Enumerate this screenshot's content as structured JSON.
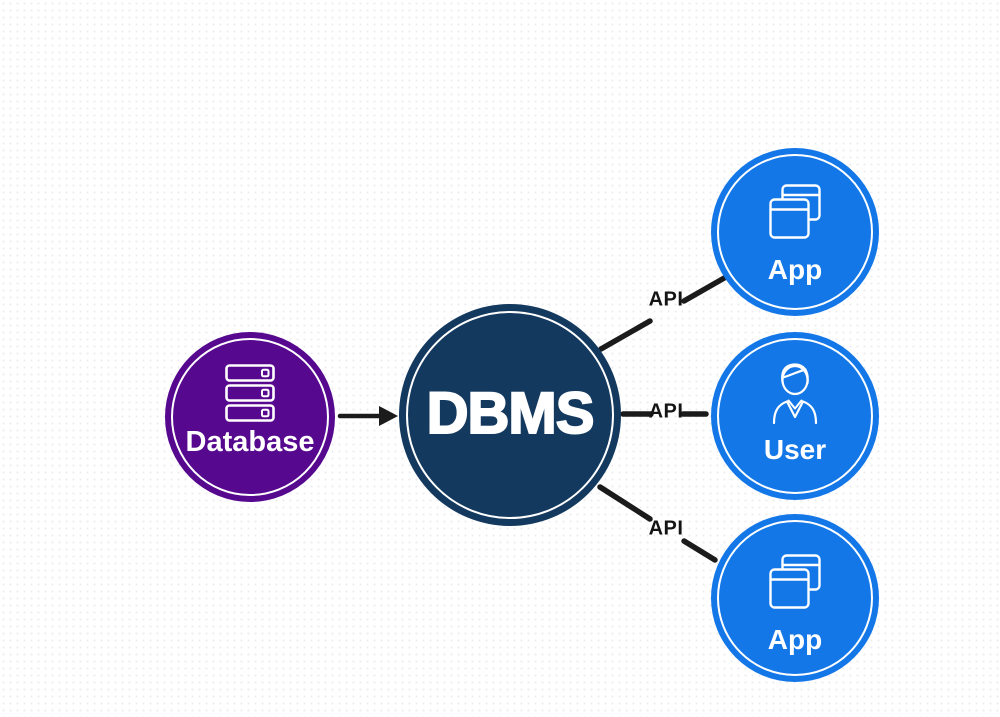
{
  "diagram": {
    "type": "architecture-diagram",
    "background_color": "#ffffff",
    "connector_color": "#1b1b1b",
    "nodes": [
      {
        "id": "database",
        "label": "Database",
        "shape": "circle",
        "fill": "#56088f",
        "text_color": "#ffffff",
        "icon": "server-stack-icon"
      },
      {
        "id": "dbms",
        "label": "DBMS",
        "shape": "circle",
        "fill": "#14395e",
        "text_color": "#ffffff",
        "icon": null
      },
      {
        "id": "app-top",
        "label": "App",
        "shape": "circle",
        "fill": "#1377e8",
        "text_color": "#ffffff",
        "icon": "app-windows-icon"
      },
      {
        "id": "user",
        "label": "User",
        "shape": "circle",
        "fill": "#1377e8",
        "text_color": "#ffffff",
        "icon": "person-icon"
      },
      {
        "id": "app-bottom",
        "label": "App",
        "shape": "circle",
        "fill": "#1377e8",
        "text_color": "#ffffff",
        "icon": "app-windows-icon"
      }
    ],
    "connectors": [
      {
        "from": "database",
        "to": "dbms",
        "style": "arrow",
        "label": ""
      },
      {
        "from": "dbms",
        "to": "app-top",
        "style": "line",
        "label": "API"
      },
      {
        "from": "dbms",
        "to": "user",
        "style": "line",
        "label": "API"
      },
      {
        "from": "dbms",
        "to": "app-bottom",
        "style": "line",
        "label": "API"
      }
    ],
    "api_label_color": "#141414"
  }
}
